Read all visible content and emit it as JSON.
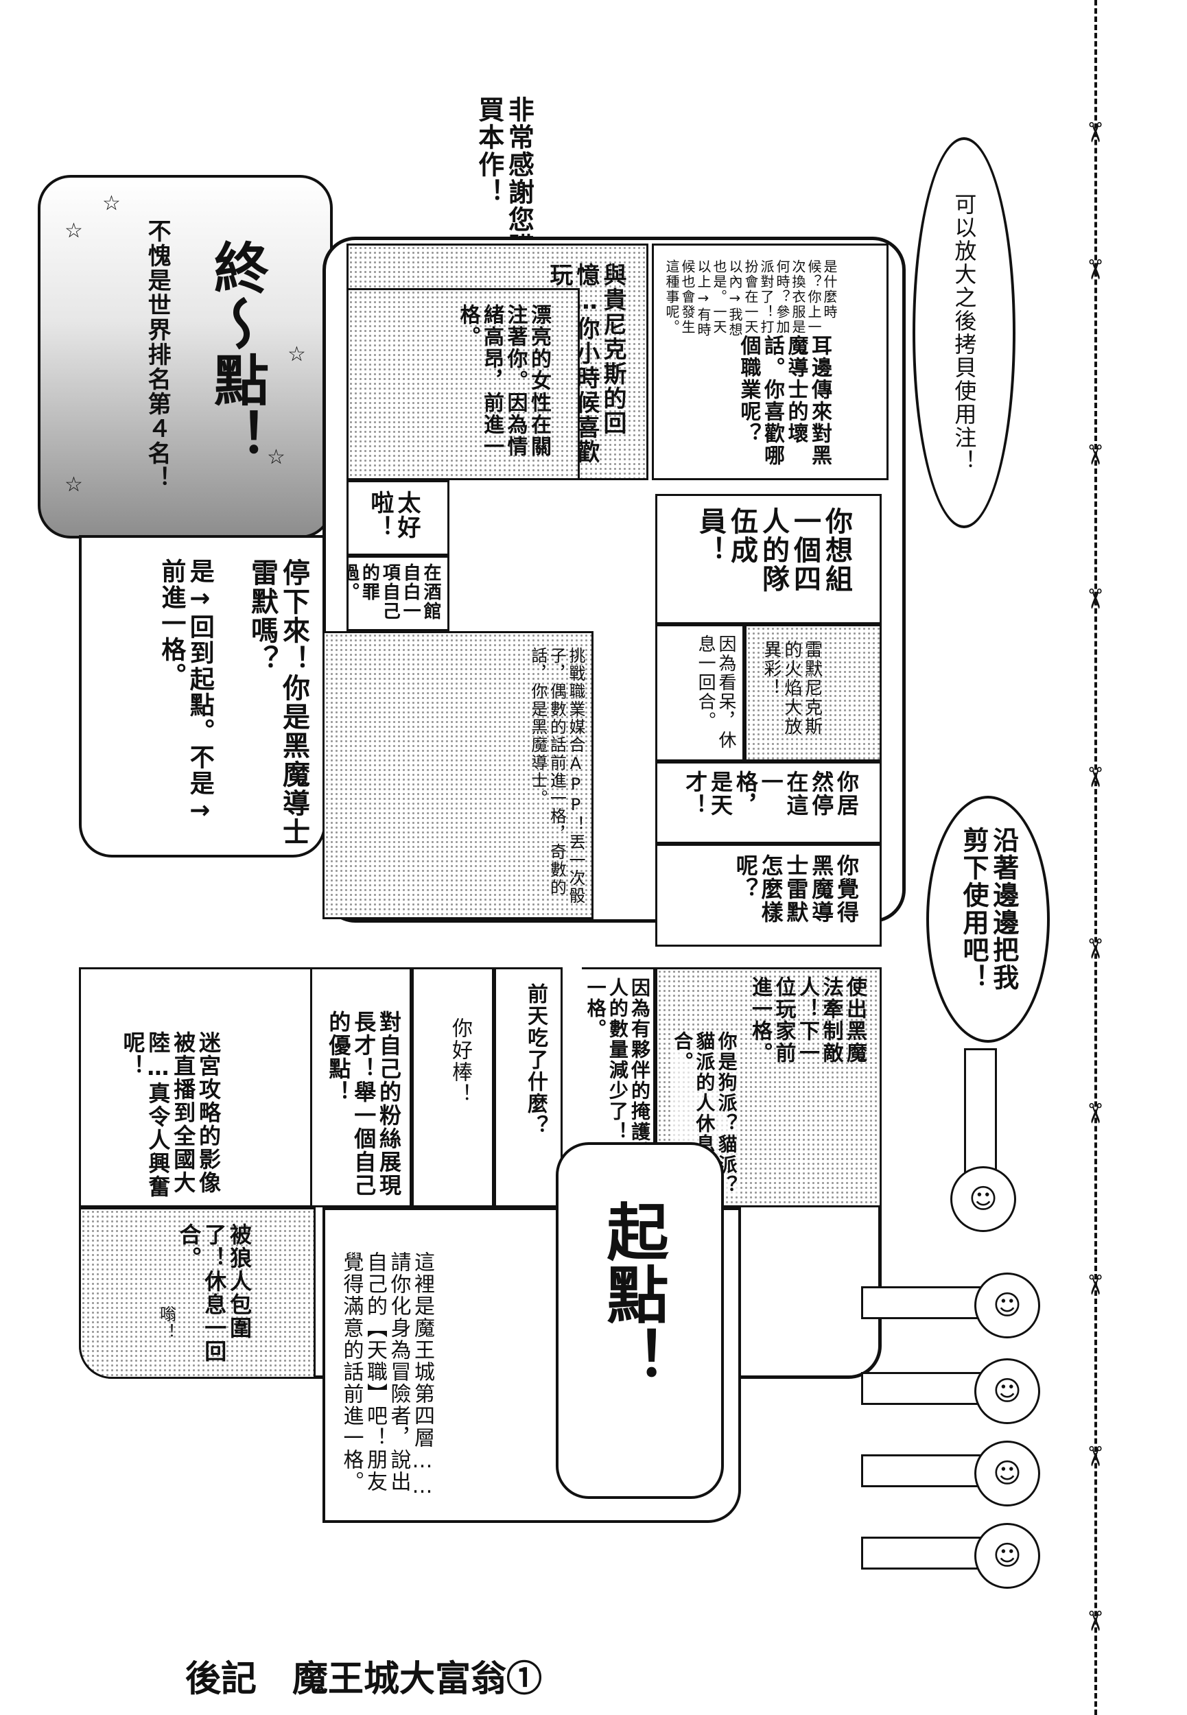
{
  "thanks": "非常感謝您購買本作！",
  "hint_enlarge": "可以放大之後拷貝使用注！",
  "hint_cut": "沿著邊邊把我剪下使用吧！",
  "start": {
    "title": "起點！",
    "text": "這裡是魔王城第四層……請你化身為冒險者，說出自己的【天職】吧！朋友覺得滿意的話前進一格。"
  },
  "goal": {
    "title": "終～點！",
    "text": "不愧是世界排名第４名！"
  },
  "stop": {
    "title": "停下來！你是黑魔導士雷默嗎？",
    "text": "是→回到起點。不是→前進一格。"
  },
  "cells": {
    "werewolf": "被狼人包圍了！休息一回合。",
    "werewolf_sfx": "嗡！",
    "maze": "迷宮攻略的影像被直播到全國大陸…真令人興奮呢！",
    "praise": "對自己的粉絲展現長才！舉一個自己的優點！",
    "nice": "你好棒！",
    "yesterday": "前天吃了什麼？",
    "companion": "因為有夥伴的掩護，狼人的數量減少了！前進一格。",
    "dogcat": "你是狗派？貓派？貓派的人休息一回合。",
    "black_magic": "使出黑魔法牽制敵人！下一位玩家前進一格。",
    "remo": "你覺得黑魔導士雷默怎麼樣呢？",
    "genius": "你居然停在這一格，是天才！",
    "fire": "雷默尼克斯的火焰大放異彩！",
    "rest": "因為看呆，休息一回合。",
    "app": "挑戰職業媒合APP！丟一次骰子，偶數的話前進一格，奇數的話，你是黑魔導士。",
    "confess": "在酒館自白一項自己的罪過。",
    "great": "太好啦！",
    "team": "你想組一個四人的隊伍成員！",
    "rumor": "耳邊傳來對黑魔導士的壞話。你喜歡哪個職業呢？",
    "rumor_small": "是什麼時候？你上一次換衣服是何時？參加派對了！打扮會在一天以內→我想也是。一天以上→有時候也會發生這種事呢。",
    "memory": "與貴尼克斯的回憶…你小時候喜歡玩什麼？",
    "beauty": "漂亮的女性在關注著你。因為情緒高昂，前進一格。"
  },
  "footer": "後記　魔王城大富翁①",
  "icons": {
    "scissors": "✂",
    "star": "☆"
  }
}
